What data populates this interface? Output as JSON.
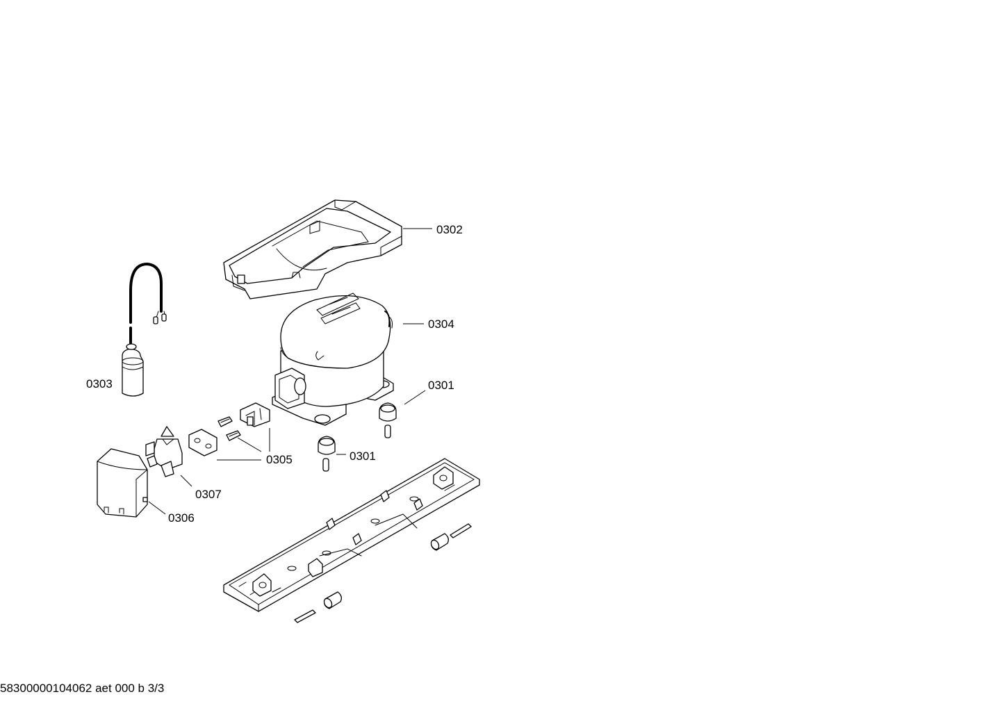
{
  "diagram": {
    "callouts": {
      "cover_tray": "0302",
      "compressor": "0304",
      "capacitor": "0303",
      "grommet_right": "0301",
      "grommet_left": "0301",
      "clip_screws": "0305",
      "relay": "0307",
      "relay_cover": "0306"
    }
  },
  "footer": {
    "document_code": "58300000104062 aet 000 b 3/3"
  }
}
